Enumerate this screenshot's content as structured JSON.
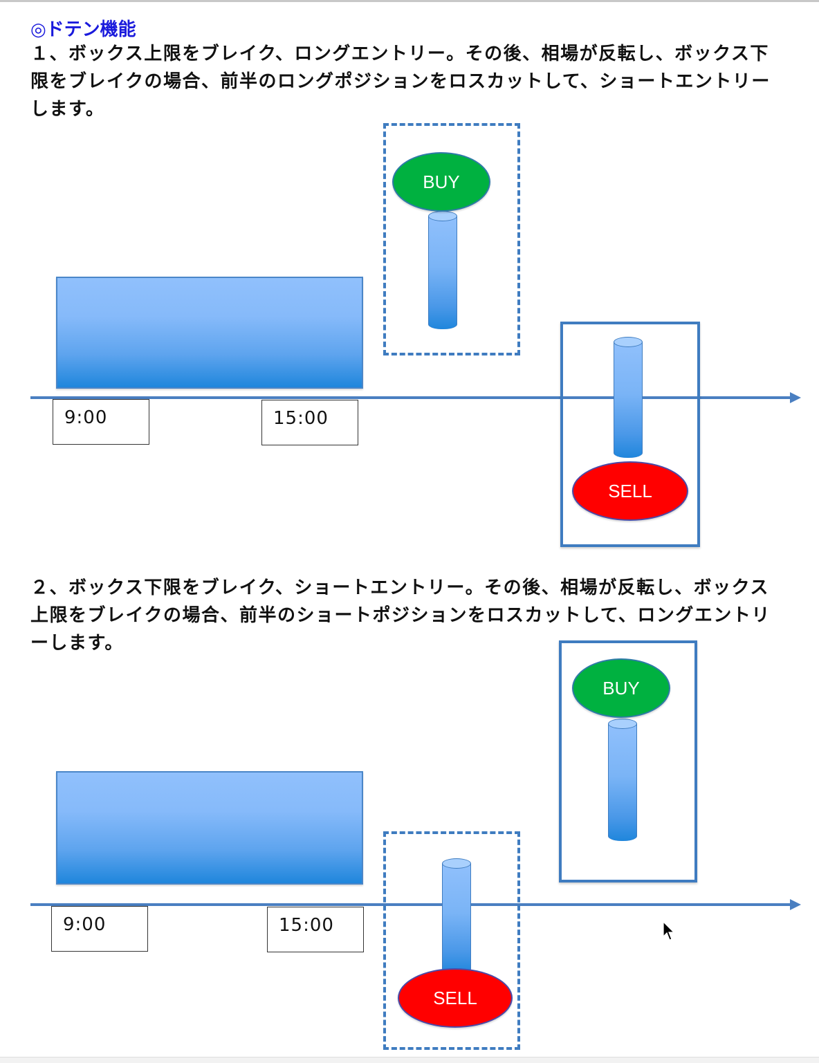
{
  "title": "◎ドテン機能",
  "sections": [
    {
      "description": "１、ボックス上限をブレイク、ロングエントリー。その後、相場が反転し、ボックス下限をブレイクの場合、前半のロングポジションをロスカットして、ショートエントリーします。",
      "time_labels": [
        "9:00",
        "15:00"
      ],
      "first_signal": "BUY",
      "second_signal": "SELL"
    },
    {
      "description": "２、ボックス下限をブレイク、ショートエントリー。その後、相場が反転し、ボックス上限をブレイクの場合、前半のショートポジションをロスカットして、ロングエントリーします。",
      "time_labels": [
        "9:00",
        "15:00"
      ],
      "first_signal": "SELL",
      "second_signal": "BUY"
    }
  ],
  "colors": {
    "title": "#1a1adc",
    "buy": "#00b140",
    "sell": "#ff0000",
    "frame": "#3f7cc0",
    "axis": "#4a7fc1"
  },
  "icons": {
    "cursor": "mouse-pointer-icon"
  }
}
